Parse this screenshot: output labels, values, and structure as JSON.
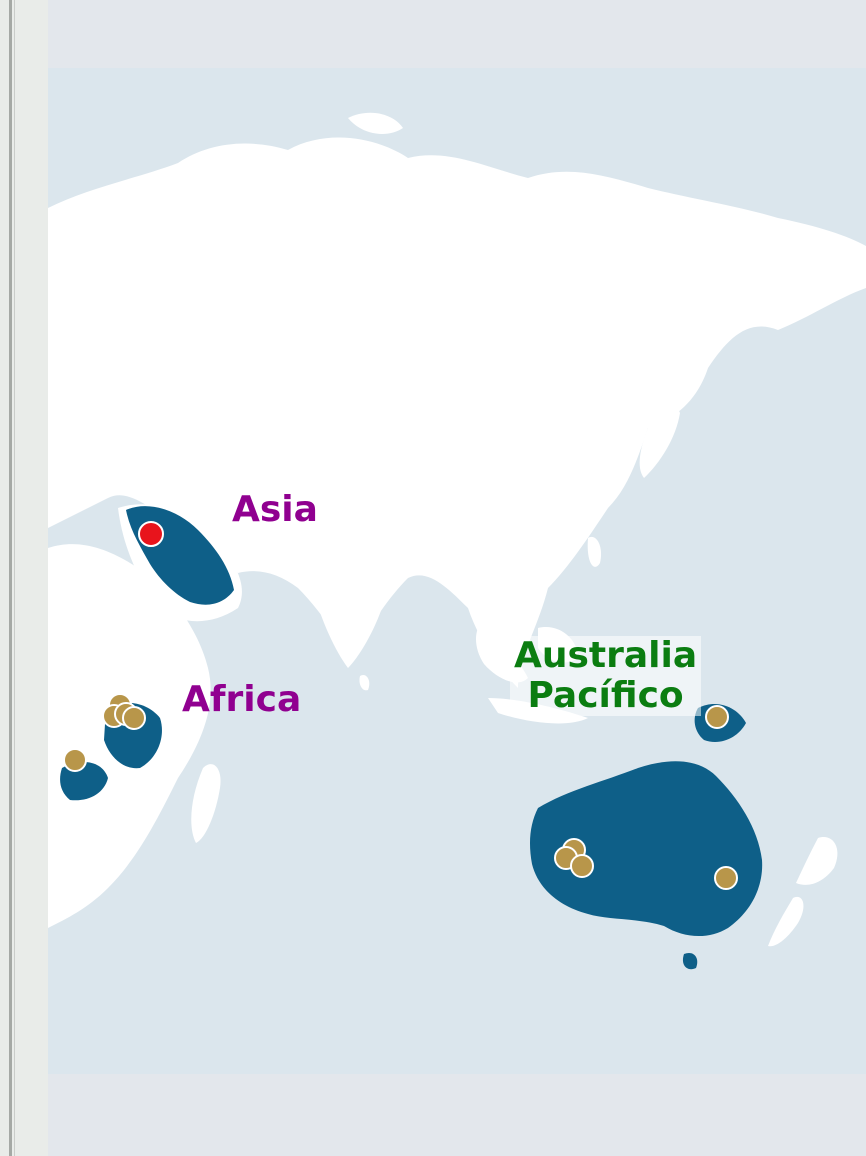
{
  "map": {
    "colors": {
      "ocean": "#dbe6ed",
      "land": "#ffffff",
      "highlight": "#0e5f88",
      "marker": "#b8964a",
      "marker_active": "#e8141c",
      "region_label_purple": "#900090",
      "region_label_green": "#0b7d11"
    },
    "regions": [
      {
        "id": "asia",
        "label_lines": [
          "Asia"
        ],
        "color": "purple"
      },
      {
        "id": "africa",
        "label_lines": [
          "Africa"
        ],
        "color": "purple"
      },
      {
        "id": "australia-pacifico",
        "label_lines": [
          "Australia",
          "Pacífico"
        ],
        "color": "green"
      }
    ],
    "highlighted_countries": [
      "saudi-arabia",
      "tanzania",
      "zambia",
      "australia",
      "papua-new-guinea"
    ],
    "markers": [
      {
        "name": "saudi-arabia-marker",
        "active": true
      },
      {
        "name": "tanzania-marker-1",
        "active": false
      },
      {
        "name": "tanzania-marker-2",
        "active": false
      },
      {
        "name": "tanzania-marker-3",
        "active": false
      },
      {
        "name": "tanzania-marker-4",
        "active": false
      },
      {
        "name": "zambia-marker",
        "active": false
      },
      {
        "name": "png-marker",
        "active": false
      },
      {
        "name": "western-australia-marker-1",
        "active": false
      },
      {
        "name": "western-australia-marker-2",
        "active": false
      },
      {
        "name": "western-australia-marker-3",
        "active": false
      },
      {
        "name": "nsw-marker",
        "active": false
      }
    ]
  }
}
